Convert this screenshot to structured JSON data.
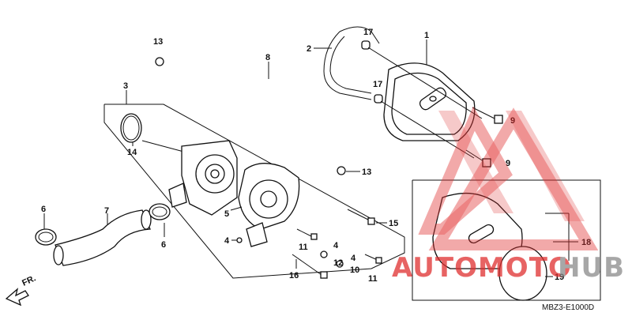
{
  "diagram": {
    "part_numbers": [
      "1",
      "2",
      "3",
      "4",
      "4",
      "4",
      "5",
      "6",
      "6",
      "7",
      "8",
      "9",
      "9",
      "10",
      "11",
      "11",
      "12",
      "13",
      "13",
      "14",
      "15",
      "16",
      "17",
      "17",
      "18",
      "19"
    ],
    "direction_label": "FR.",
    "diagram_code": "MBZ3-E1000D"
  },
  "watermark": {
    "prefix": "AUTOMOTO",
    "suffix": "HUB",
    "color_primary": "#e03030",
    "color_secondary": "#8a8a8a"
  }
}
